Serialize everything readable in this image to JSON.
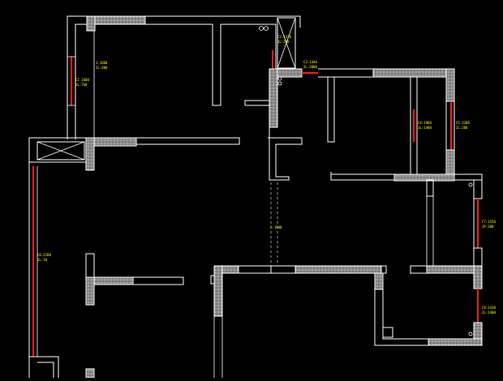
{
  "colors": {
    "background": "#000000",
    "wall_line": "#ffffff",
    "window": "#ff1a1a",
    "annotation": "#ffff00"
  },
  "annotations": {
    "w_upper_left_a": "C1 1600",
    "w_upper_left_b": "2L:760",
    "w_upper_mid_a": "1:1660",
    "w_upper_mid_b": "2L:400",
    "w_top_right_a": "C2:1470",
    "w_top_right_b": "1L:260",
    "door_top_a": "C3:1440",
    "door_top_b": "2L:2000",
    "w_right_room_a": "C4:1960",
    "w_right_room_b": "1L:1400",
    "w_far_right_a": "C5:2200",
    "w_far_right_b": "2L:200",
    "w_left_a": "C6:2200",
    "w_left_b": "2L:10",
    "center_label": "1:1900",
    "w_lower_right_a": "C7:1550",
    "w_lower_right_b": "1P:200",
    "w_bottom_right_a": "C8:1430",
    "w_bottom_right_b": "2L:1400"
  }
}
